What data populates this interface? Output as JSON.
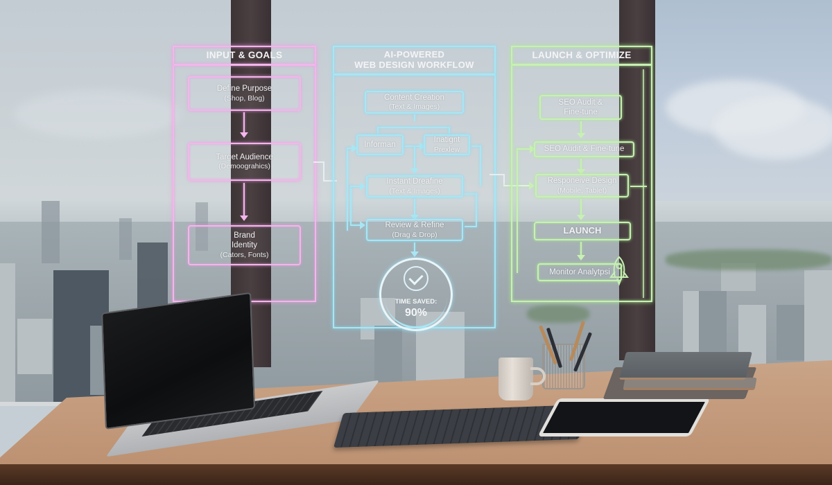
{
  "scene": {
    "description": "Holographic AI-powered web design workflow diagram over office window with city view and desk",
    "colors": {
      "pink_panel": "#f3b6ec",
      "cyan_panel": "#a9e6f4",
      "green_panel": "#c8f0b4",
      "text": "#f4f4f6",
      "desk": "#c49b7c",
      "mullion": "#3d3436"
    }
  },
  "panels": {
    "input": {
      "title": "INPUT & GOALS",
      "nodes": [
        {
          "main": "Define Purpose",
          "sub": "(Shop, Blog)"
        },
        {
          "main": "Target Audience",
          "sub": "(Demoograhics)"
        },
        {
          "main": "Brand Identity",
          "sub": "(Cators, Fonts)"
        }
      ]
    },
    "workflow": {
      "title_line1": "AI-POWERED",
      "title_line2": "WEB DESIGN WORKFLOW",
      "nodes": [
        {
          "main": "Content Creation",
          "sub": "(Text & Images)"
        },
        {
          "main": "Informan",
          "sub": ""
        },
        {
          "main": "Inatignt",
          "sub": "Prexlew"
        },
        {
          "main": "Instant Dreafine",
          "sub": "(Text & Images)"
        },
        {
          "main": "Review & Refine",
          "sub": "(Drag & Drop)"
        }
      ],
      "badge": {
        "icon": "check-circle-icon",
        "label": "TIME SAVED:",
        "value": "90%"
      }
    },
    "launch": {
      "title": "LAUNCH & OPTIMIZE",
      "nodes": [
        {
          "main": "SEO Audit &",
          "sub": "Fine-tune"
        },
        {
          "main": "SEO Audit & Fine-tune",
          "sub": ""
        },
        {
          "main": "Responeive Design",
          "sub": "(Mobile, Tablet)"
        },
        {
          "main": "LAUNCH",
          "sub": ""
        },
        {
          "main": "Monitor Analytpsi",
          "sub": ""
        }
      ],
      "icon": "rocket-icon"
    }
  },
  "desk_items": [
    "laptop",
    "keyboard",
    "coffee-mug",
    "pencil-cup",
    "tablet",
    "notebooks"
  ]
}
